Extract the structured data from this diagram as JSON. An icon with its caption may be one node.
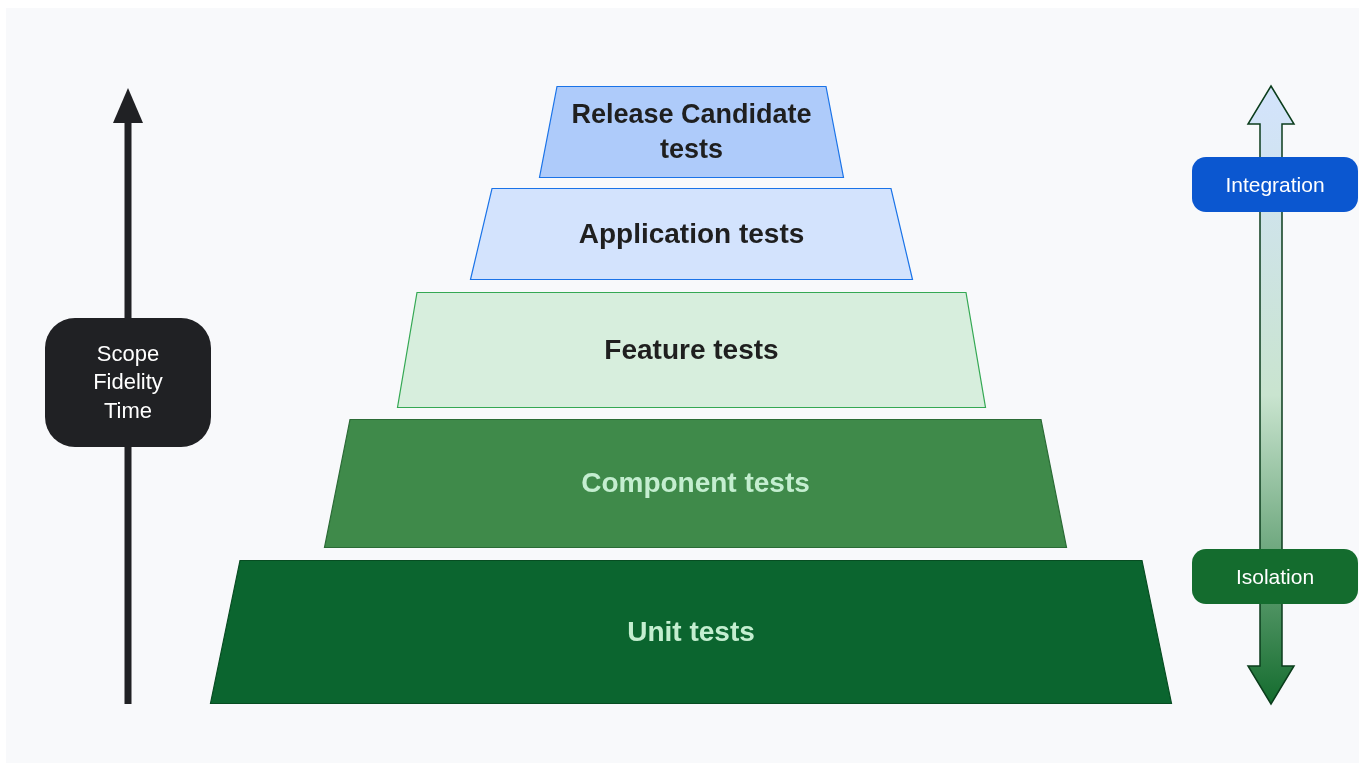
{
  "diagram": {
    "nodes": [
      {
        "text": [
          "Release Candidate tests"
        ]
      },
      {
        "text": [
          "Application tests"
        ]
      },
      {
        "text": [
          "Feature tests"
        ]
      },
      {
        "text": [
          "Component tests"
        ]
      },
      {
        "text": [
          "Unit tests"
        ]
      },
      {
        "text": [
          "Scope Fidelity Time"
        ]
      },
      {
        "text": [
          "Integration"
        ]
      },
      {
        "text": [
          "Isolation"
        ]
      }
    ]
  }
}
